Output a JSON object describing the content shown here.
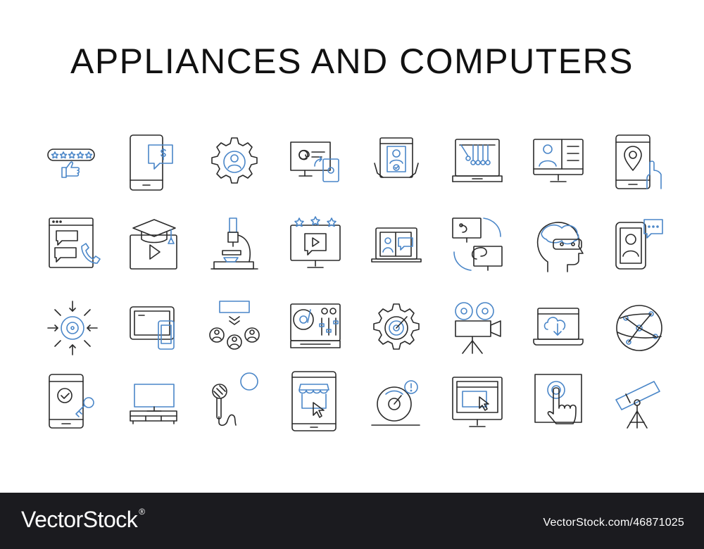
{
  "title": "APPLIANCES AND COMPUTERS",
  "colors": {
    "line": "#2a2a2a",
    "accent": "#4a86c8",
    "footer_bg": "#1b1b1f"
  },
  "icons": [
    [
      "rating-stars-thumbs-up-icon",
      "phone-dollar-chat-icon",
      "gear-user-icon",
      "monitor-email-icon",
      "tablet-verified-user-icon",
      "newton-cradle-laptop-icon",
      "monitor-video-call-list-icon",
      "phone-location-pin-icon"
    ],
    [
      "browser-chat-phone-icon",
      "graduation-video-icon",
      "microscope-icon",
      "monitor-rated-video-icon",
      "laptop-book-chat-icon",
      "connected-monitors-icon",
      "head-vr-headset-icon",
      "phone-person-chat-icon"
    ],
    [
      "target-focus-arrows-icon",
      "tablet-phone-devices-icon",
      "team-hierarchy-icon",
      "audio-mixer-turntable-icon",
      "gear-target-icon",
      "film-projector-icon",
      "laptop-cloud-download-icon",
      "globe-network-icon"
    ],
    [
      "phone-check-key-icon",
      "tv-stand-icon",
      "microphone-bubble-icon",
      "tablet-shop-click-icon",
      "gauge-alert-icon",
      "monitor-click-browser-icon",
      "touch-screen-hand-icon",
      "telescope-tripod-icon"
    ]
  ],
  "footer": {
    "brand": "VectorStock",
    "registered_mark": "®",
    "url": "VectorStock.com/46871025"
  }
}
